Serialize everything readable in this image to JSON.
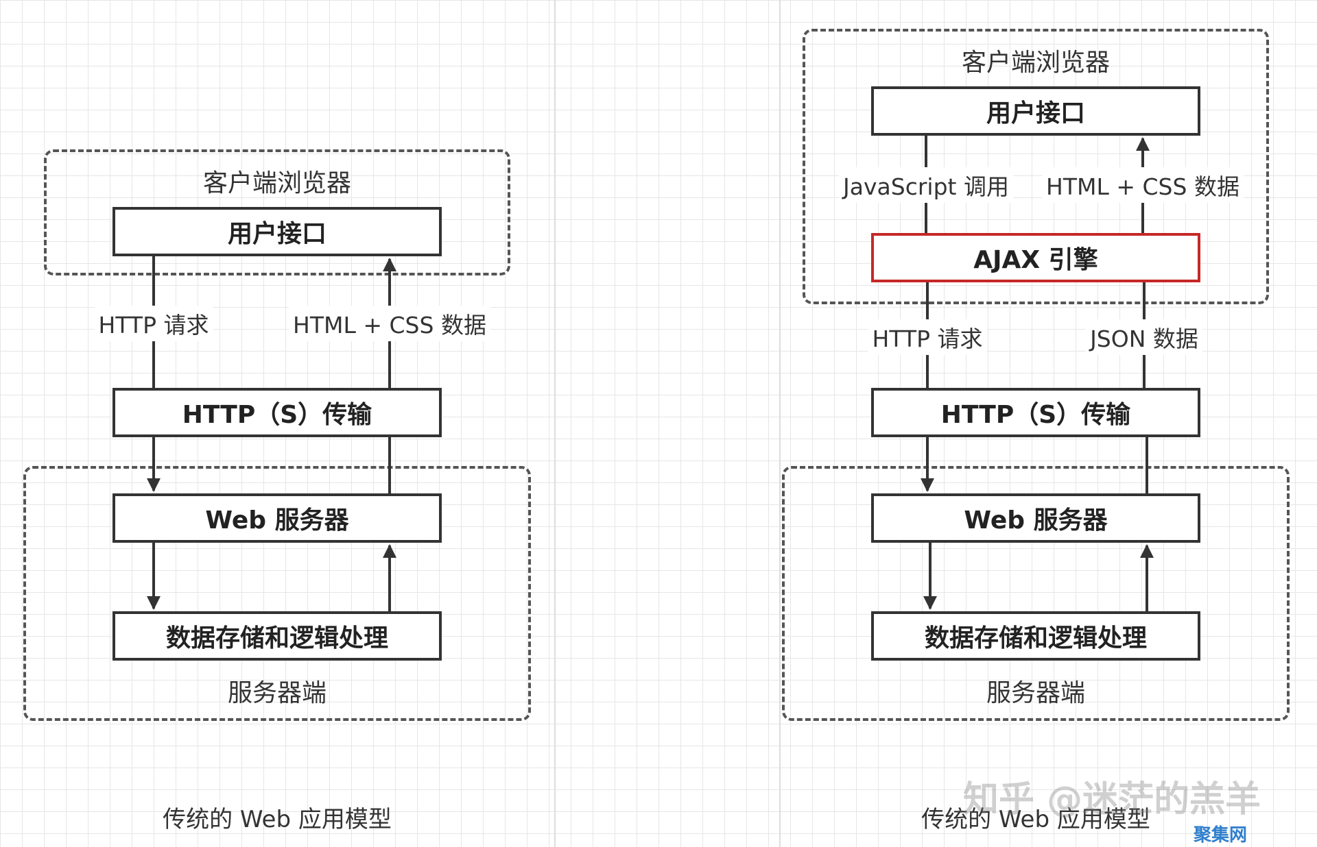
{
  "traditional": {
    "client_label": "客户端浏览器",
    "ui_box": "用户接口",
    "http_request": "HTTP 请求",
    "html_css_data": "HTML + CSS 数据",
    "transport_box": "HTTP（S）传输",
    "web_server_box": "Web 服务器",
    "data_box": "数据存储和逻辑处理",
    "server_label": "服务器端",
    "caption": "传统的 Web 应用模型"
  },
  "ajax": {
    "client_label": "客户端浏览器",
    "ui_box": "用户接口",
    "js_call": "JavaScript 调用",
    "html_css_data": "HTML + CSS 数据",
    "ajax_box": "AJAX 引擎",
    "http_request": "HTTP 请求",
    "json_data": "JSON 数据",
    "transport_box": "HTTP（S）传输",
    "web_server_box": "Web 服务器",
    "data_box": "数据存储和逻辑处理",
    "server_label": "服务器端",
    "caption": "传统的 Web 应用模型"
  },
  "watermark": {
    "text": "知乎 @迷茫的羔羊",
    "sub": "聚集网"
  },
  "colors": {
    "stroke": "#333333",
    "dash": "#555555",
    "highlight": "#c62828"
  }
}
